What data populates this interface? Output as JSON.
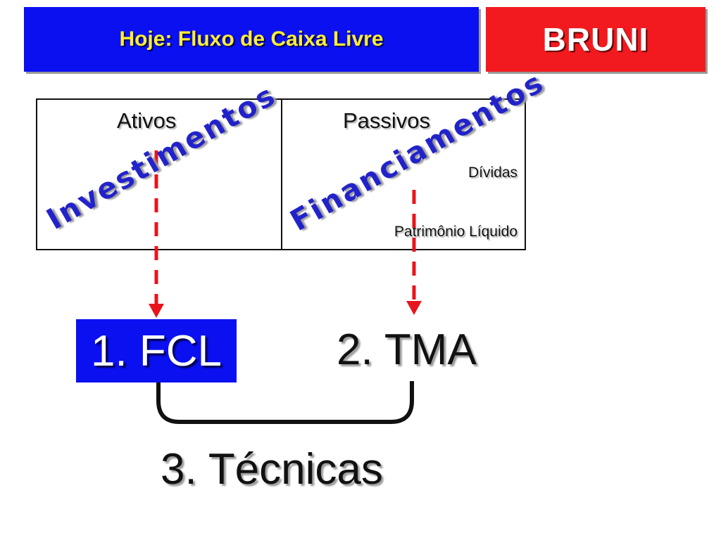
{
  "header": {
    "title": "Hoje: Fluxo de Caixa Livre",
    "brand": "BRUNI"
  },
  "balance_sheet": {
    "assets_heading": "Ativos",
    "liabilities_heading": "Passivos",
    "liability_items": [
      "Dívidas",
      "Patrimônio Líquido"
    ],
    "assets_side_label": "Investimentos",
    "liabilities_side_label": "Financiamentos"
  },
  "steps": {
    "step1": "1. FCL",
    "step2": "2. TMA",
    "step3": "3. Técnicas"
  },
  "colors": {
    "title_bg": "#0a10f0",
    "title_text": "#ffee33",
    "brand_bg": "#f21a1f",
    "rotated_label": "#2222cc",
    "arrow": "#e8141c",
    "fcl_box": "#0a10f0"
  }
}
